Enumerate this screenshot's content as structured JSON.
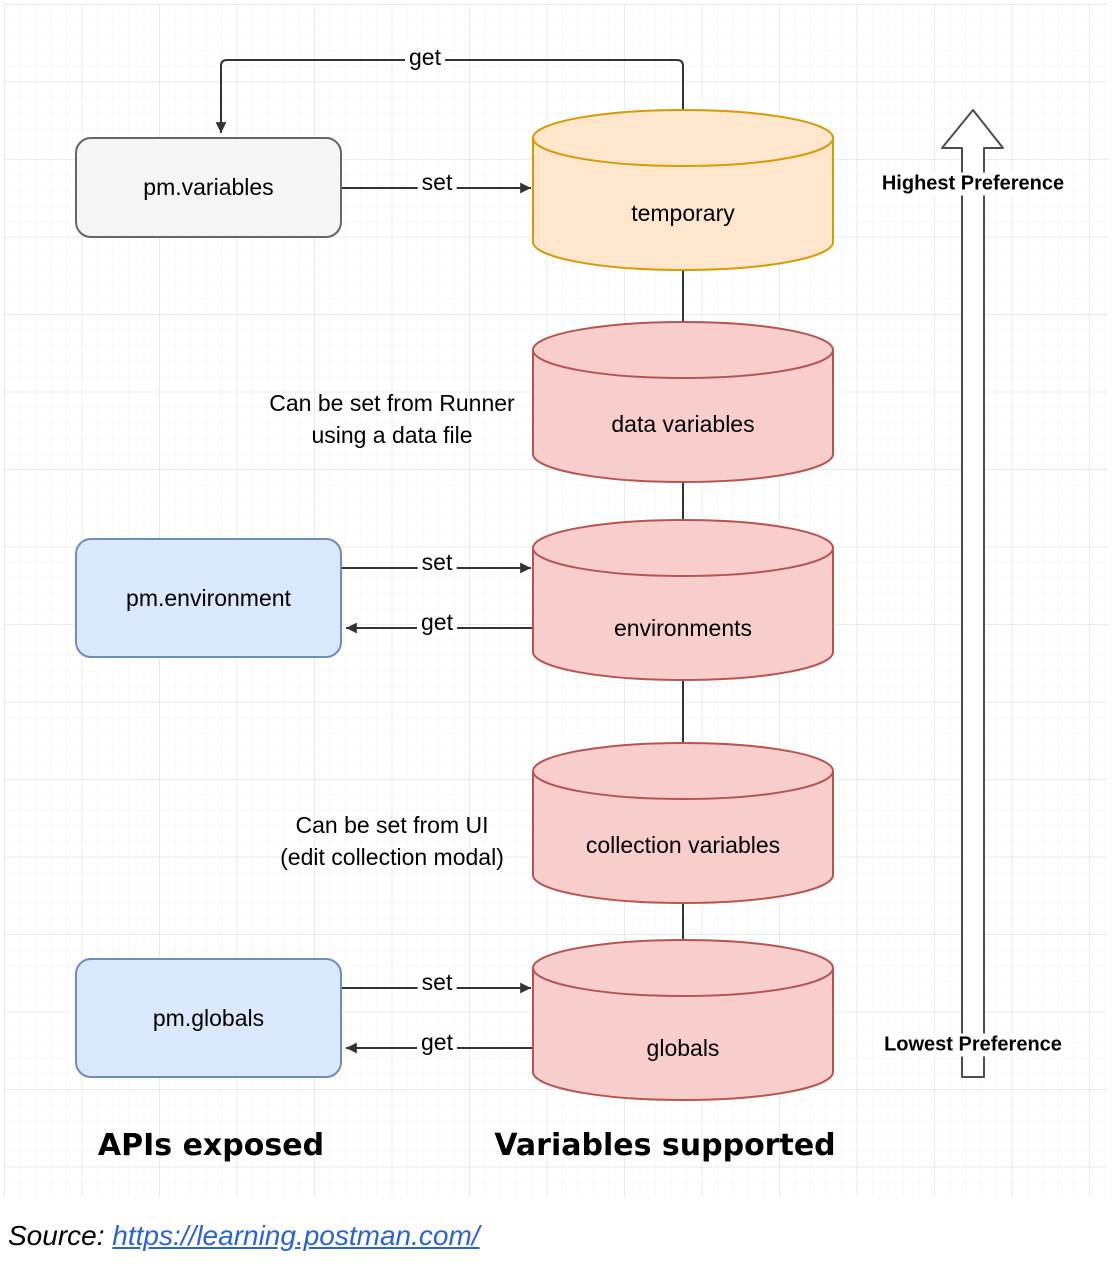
{
  "colors": {
    "canvas_bg": "#ffffff",
    "line": "#333333",
    "orange_fill": "#FFE6CC",
    "orange_stroke": "#D79B00",
    "red_fill": "#F8CECC",
    "red_stroke": "#B85450",
    "blue_fill": "#DAE8FC",
    "blue_stroke": "#6C8EBF",
    "gray_fill": "#F5F5F5",
    "gray_stroke": "#666666",
    "link": "#2b63d6"
  },
  "diagram": {
    "api_boxes": [
      {
        "label": "pm.variables"
      },
      {
        "label": "pm.environment"
      },
      {
        "label": "pm.globals"
      }
    ],
    "stores": [
      {
        "label": "temporary"
      },
      {
        "label": "data variables"
      },
      {
        "label": "environments"
      },
      {
        "label": "collection variables"
      },
      {
        "label": "globals"
      }
    ],
    "edge_labels": {
      "variables_get": "get",
      "variables_set": "set",
      "environment_set": "set",
      "environment_get": "get",
      "globals_set": "set",
      "globals_get": "get"
    },
    "notes": {
      "runner_line1": "Can be set from Runner",
      "runner_line2": "using a data file",
      "ui_line1": "Can be set from UI",
      "ui_line2": "(edit collection modal)"
    },
    "preference": {
      "highest": "Highest Preference",
      "lowest": "Lowest Preference"
    },
    "column_labels": {
      "apis": "APIs exposed",
      "variables": "Variables supported"
    }
  },
  "footer": {
    "source_prefix": "Source:",
    "source_url": "https://learning.postman.com/"
  }
}
